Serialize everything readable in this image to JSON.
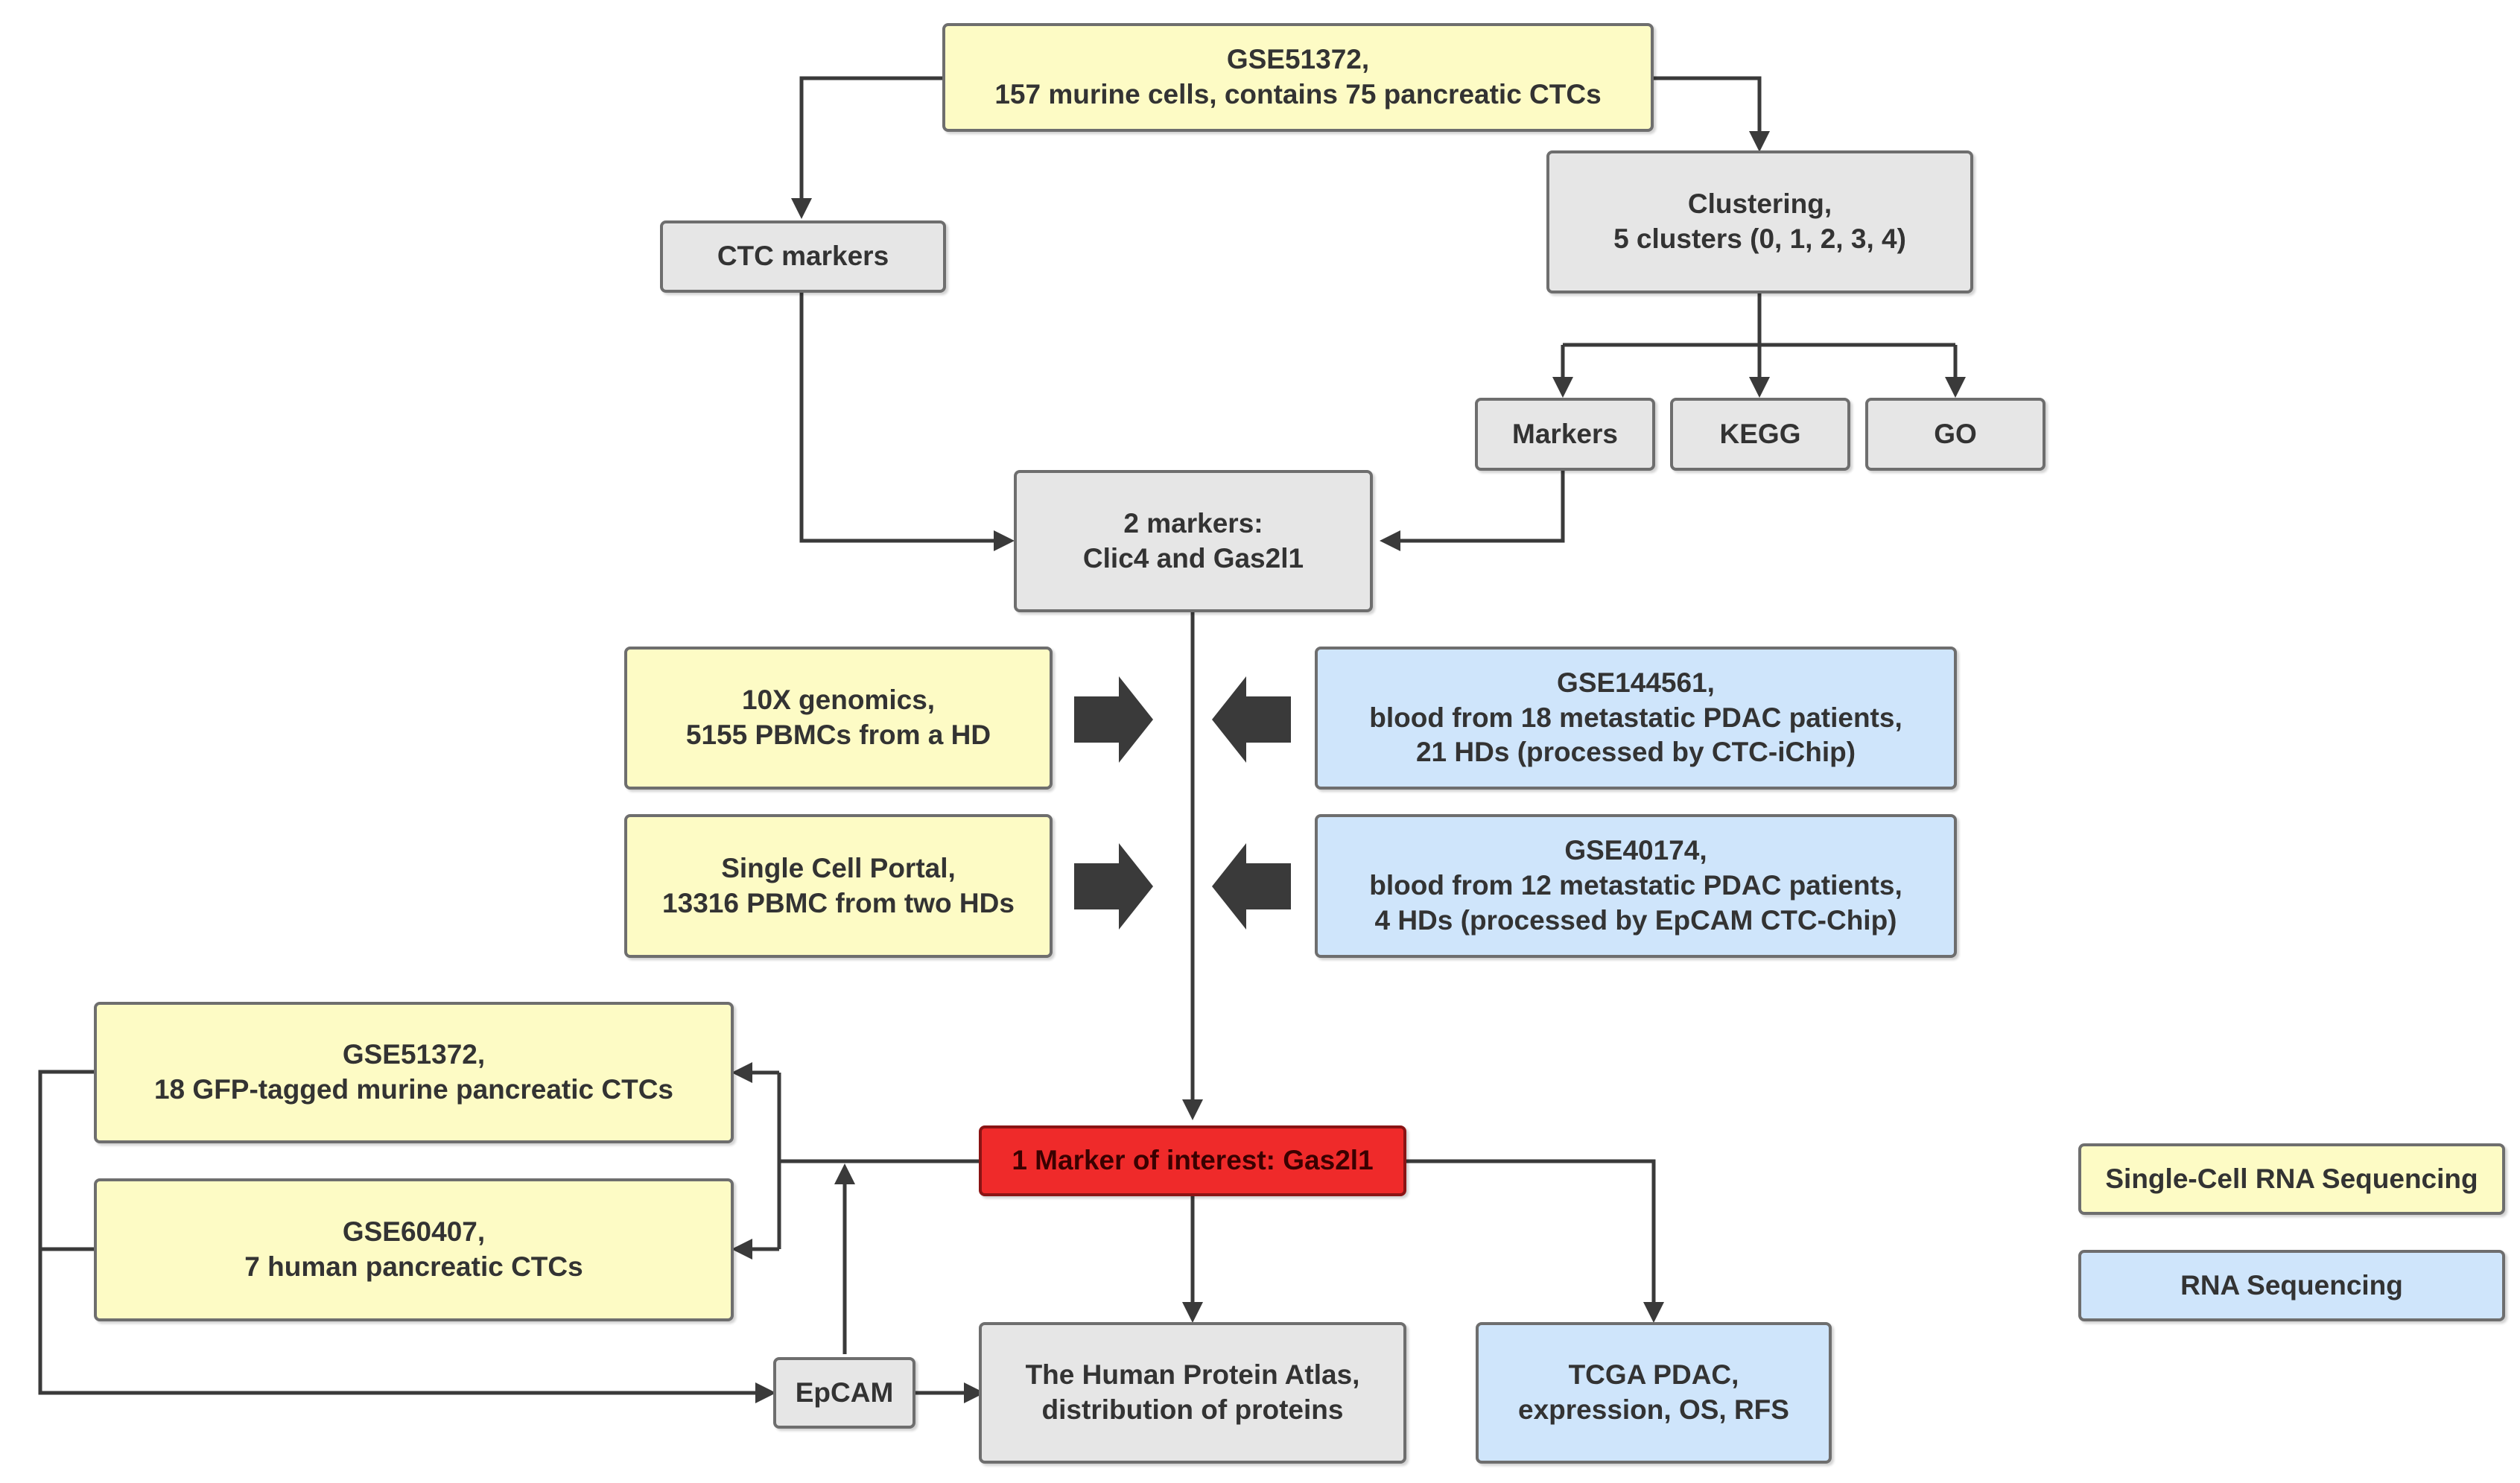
{
  "colors": {
    "scrna_seq": "#fdfbc5",
    "rna_seq": "#cfe5fb",
    "process": "#e6e6e6",
    "highlight": "#ef2a2a",
    "line": "#3a3a3a"
  },
  "nodes": {
    "gse51372_top": "GSE51372,\n157 murine cells, contains 75 pancreatic CTCs",
    "ctc_markers": "CTC markers",
    "clustering": "Clustering,\n5 clusters (0, 1, 2, 3, 4)",
    "markers": "Markers",
    "kegg": "KEGG",
    "go": "GO",
    "two_markers": "2 markers:\nClic4 and Gas2l1",
    "tenx": "10X genomics,\n5155 PBMCs from a HD",
    "single_cell_portal": "Single Cell Portal,\n13316 PBMC from two HDs",
    "gse144561": "GSE144561,\nblood from 18 metastatic PDAC patients,\n21 HDs (processed by CTC-iChip)",
    "gse40174": "GSE40174,\nblood from 12 metastatic PDAC patients,\n4 HDs (processed by EpCAM CTC-Chip)",
    "gse51372_bottom": "GSE51372,\n18 GFP-tagged murine pancreatic CTCs",
    "gse60407": "GSE60407,\n7 human pancreatic CTCs",
    "marker_of_interest": "1 Marker of interest: Gas2l1",
    "epcam": "EpCAM",
    "hpa": "The Human Protein Atlas,\ndistribution of proteins",
    "tcga": "TCGA PDAC,\nexpression, OS, RFS"
  },
  "legend": {
    "scrna_seq": "Single-Cell RNA Sequencing",
    "rna_seq": "RNA Sequencing"
  }
}
